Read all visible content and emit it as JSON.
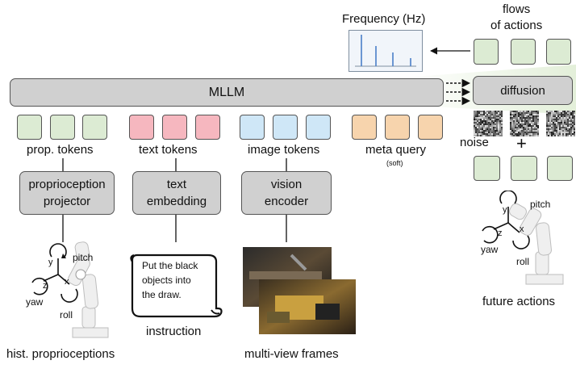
{
  "frequency": {
    "title": "Frequency (Hz)"
  },
  "flows": {
    "label": "flows\nof actions"
  },
  "mllm": {
    "label": "MLLM"
  },
  "diffusion": {
    "label": "diffusion"
  },
  "tokens": {
    "prop": "prop. tokens",
    "text": "text tokens",
    "image": "image tokens",
    "meta": "meta query",
    "meta_note": "(soft)"
  },
  "noise": {
    "label": "noise",
    "plus": "+"
  },
  "modules": {
    "proprio": "proprioception\nprojector",
    "text_embed": "text\nembedding",
    "vision": "vision\nencoder"
  },
  "instruction": {
    "scroll_text": "Put the black\nobjects into\nthe draw.",
    "label": "instruction"
  },
  "robot_left": {
    "pitch": "pitch",
    "yaw": "yaw",
    "roll": "roll",
    "x": "x",
    "y": "y",
    "z": "z"
  },
  "robot_right": {
    "pitch": "pitch",
    "yaw": "yaw",
    "roll": "roll",
    "x": "x",
    "y": "y",
    "z": "z"
  },
  "bottom_labels": {
    "hist": "hist. proprioceptions",
    "frames": "multi-view frames",
    "future": "future actions"
  },
  "colors": {
    "green_token": "#dcebd3",
    "pink_token": "#f6b7bf",
    "blue_token": "#cfe7f7",
    "orange_token": "#f7d4ad",
    "module_gray": "#d0d0d0",
    "spectrum_blue": "#4a7fc8"
  }
}
